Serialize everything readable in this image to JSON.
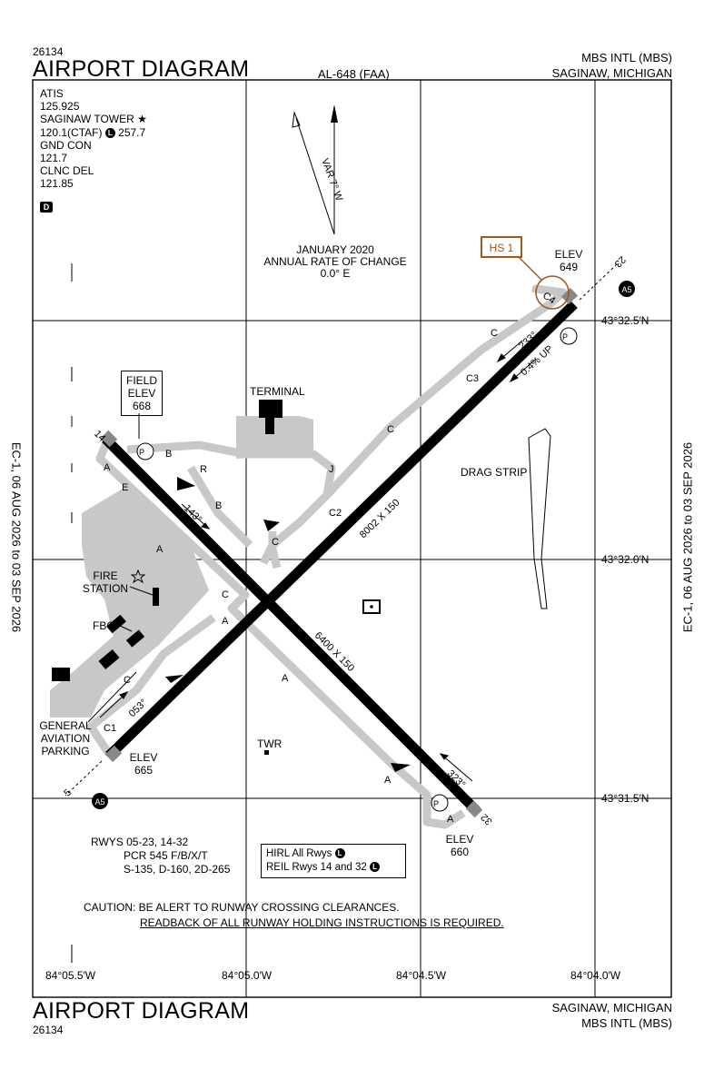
{
  "header": {
    "chart_id_top": "26134",
    "title_top": "AIRPORT DIAGRAM",
    "procedure_code": "AL-648 (FAA)",
    "airport_name_top": "MBS INTL (MBS)",
    "location_top": "SAGINAW, MICHIGAN"
  },
  "footer": {
    "title_bottom": "AIRPORT DIAGRAM",
    "chart_id_bottom": "26134",
    "location_bottom": "SAGINAW, MICHIGAN",
    "airport_name_bottom": "MBS INTL (MBS)"
  },
  "effective_dates": {
    "left": "EC-1, 06 AUG 2026  to  03 SEP 2026",
    "right": "EC-1, 06 AUG 2026  to  03 SEP 2026"
  },
  "frequencies": {
    "atis_label": "ATIS",
    "atis_freq": "125.925",
    "tower_label": "SAGINAW TOWER",
    "tower_freq_a": "120.1(CTAF)",
    "tower_badge": "L",
    "tower_freq_b": "257.7",
    "gnd_label": "GND CON",
    "gnd_freq": "121.7",
    "clnc_label": "CLNC DEL",
    "clnc_freq": "121.85",
    "datalink_badge": "D"
  },
  "magnetic": {
    "variation": "VAR 7° W",
    "date": "JANUARY 2020",
    "rate_label": "ANNUAL RATE OF CHANGE",
    "rate_value": "0.0° E"
  },
  "hotspot": "HS 1",
  "field_elev": {
    "line1": "FIELD",
    "line2": "ELEV",
    "value": "668"
  },
  "labels": {
    "terminal": "TERMINAL",
    "drag_strip": "DRAG STRIP",
    "fire_station_1": "FIRE",
    "fire_station_2": "STATION",
    "fbo": "FBO",
    "ga_parking_1": "GENERAL",
    "ga_parking_2": "AVIATION",
    "ga_parking_3": "PARKING",
    "twr": "TWR"
  },
  "runway_ends": {
    "elev_label": "ELEV",
    "elev_23": "649",
    "elev_05": "665",
    "elev_32": "660",
    "rwy_23": "23",
    "rwy_05": "5",
    "rwy_14": "14",
    "rwy_32": "32",
    "hdg_233": "233°",
    "hdg_053": "053°",
    "hdg_143": "143°",
    "hdg_323": "323°",
    "slope": "0.4% UP",
    "dim_0523": "8002 X 150",
    "dim_1432": "6400 X 150",
    "approach_a5": "A5"
  },
  "taxiways": {
    "a": "A",
    "b": "B",
    "c": "C",
    "c1": "C1",
    "c2": "C2",
    "c3": "C3",
    "c4": "C4",
    "e": "E",
    "j": "J",
    "r": "R",
    "p": "P"
  },
  "coordinates": {
    "lat_325": "43°32.5′N",
    "lat_320": "43°32.0′N",
    "lat_315": "43°31.5′N",
    "lon_0555": "84°05.5′W",
    "lon_0550": "84°05.0′W",
    "lon_0445": "84°04.5′W",
    "lon_0440": "84°04.0′W"
  },
  "runway_info": {
    "line1": "RWYS 05-23, 14-32",
    "line2": "PCR 545 F/B/X/T",
    "line3": "S-135, D-160, 2D-265"
  },
  "lighting": {
    "line1": "HIRL All Rwys",
    "line2": "REIL Rwys 14 and 32",
    "badge": "L"
  },
  "caution": {
    "line1": "CAUTION: BE ALERT TO RUNWAY CROSSING CLEARANCES.",
    "line2": "READBACK OF ALL RUNWAY HOLDING INSTRUCTIONS IS REQUIRED."
  },
  "colors": {
    "hotspot": "#a0581c",
    "pavement": "#c8c8c8"
  }
}
